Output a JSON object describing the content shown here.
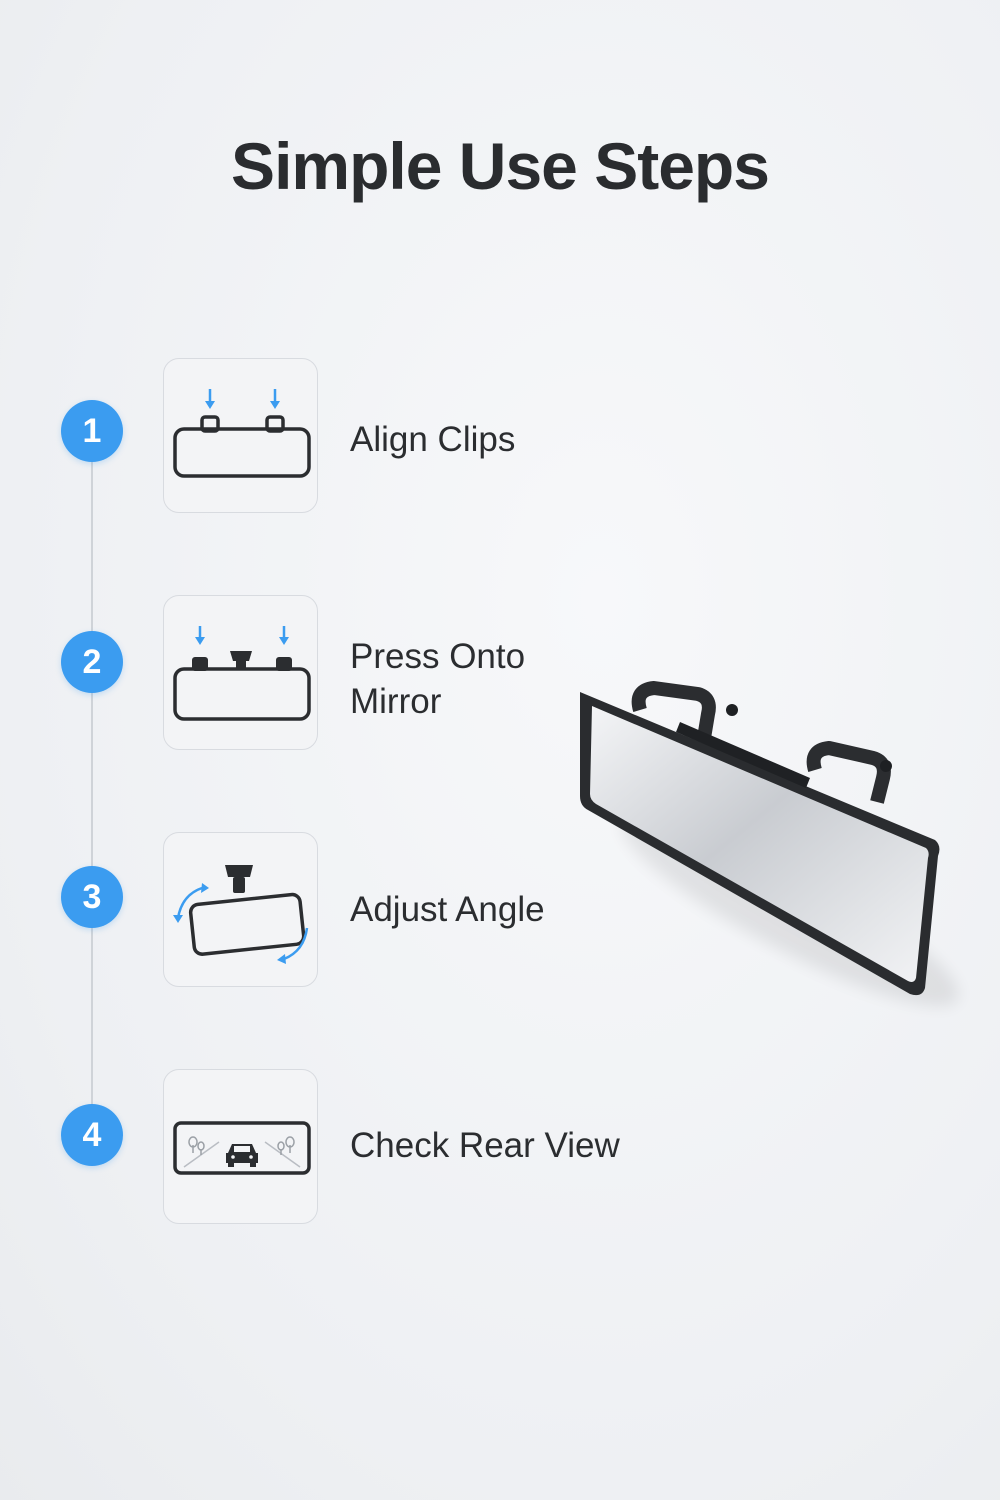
{
  "title": "Simple Use Steps",
  "steps": [
    {
      "number": "1",
      "label": "Align Clips",
      "icon": "align-clips-icon"
    },
    {
      "number": "2",
      "label_line1": "Press Onto",
      "label_line2": "Mirror",
      "icon": "press-onto-mirror-icon"
    },
    {
      "number": "3",
      "label": "Adjust Angle",
      "icon": "adjust-angle-icon"
    },
    {
      "number": "4",
      "label": "Check Rear View",
      "icon": "rear-view-icon"
    }
  ],
  "colors": {
    "accent": "#3b9cf0",
    "text": "#2b2d30",
    "background": "#eef0f3"
  }
}
